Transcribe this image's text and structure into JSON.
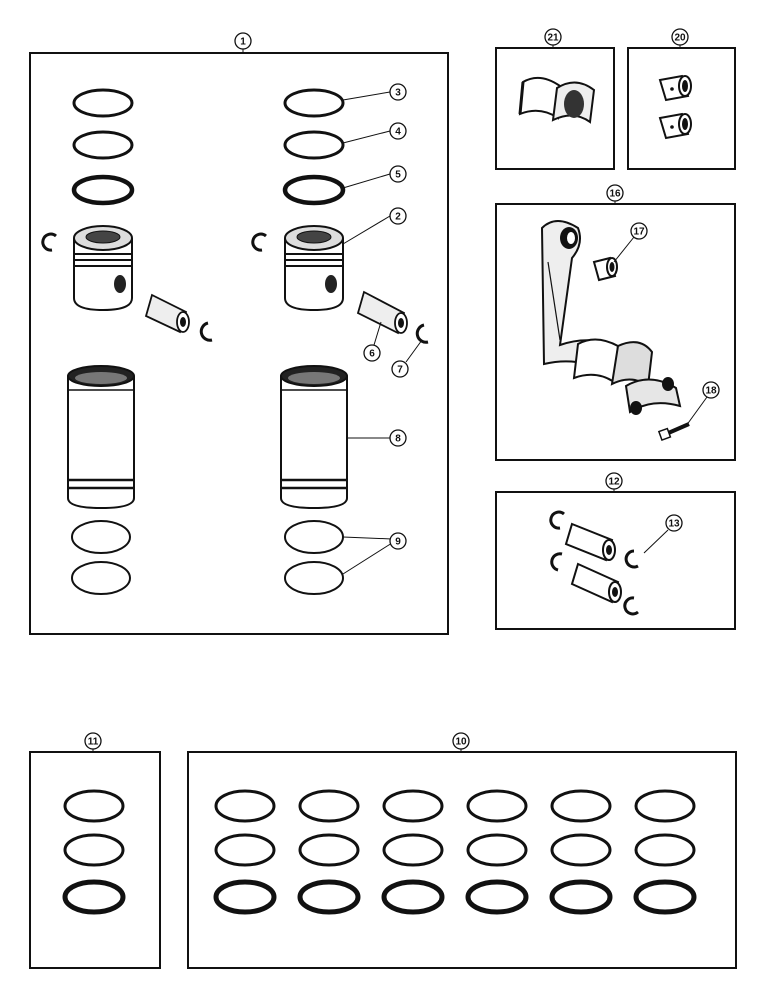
{
  "callouts": {
    "c1": "1",
    "c2": "2",
    "c3": "3",
    "c4": "4",
    "c5": "5",
    "c6": "6",
    "c7": "7",
    "c8": "8",
    "c9": "9",
    "c10": "10",
    "c11": "11",
    "c12": "12",
    "c13": "13",
    "c16": "16",
    "c17": "17",
    "c18": "18",
    "c20": "20",
    "c21": "21"
  },
  "colors": {
    "ink": "#111111",
    "paper": "#ffffff"
  }
}
